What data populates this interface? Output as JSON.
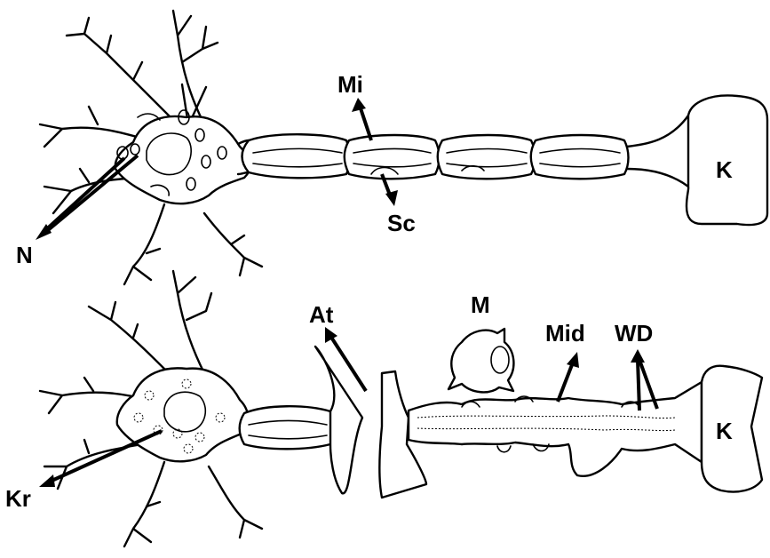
{
  "labels": {
    "n": "N",
    "mi": "Mi",
    "sc": "Sc",
    "k_top": "K",
    "at": "At",
    "m": "M",
    "mid": "Mid",
    "wd": "WD",
    "kr": "Kr",
    "k_bottom": "K"
  },
  "colors": {
    "ink": "#000000",
    "background": "#ffffff"
  }
}
